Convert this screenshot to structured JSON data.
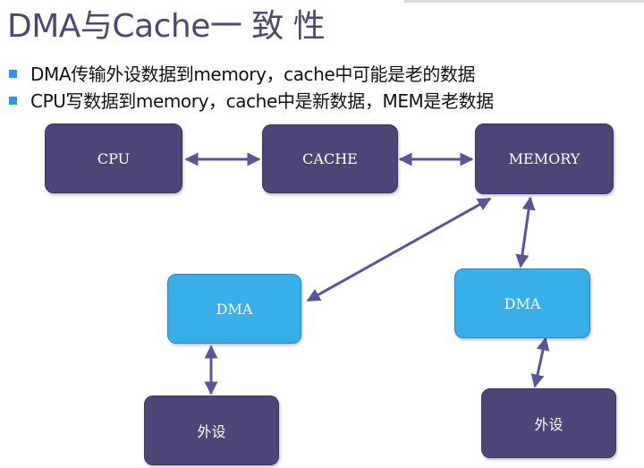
{
  "slide": {
    "title": "DMA与Cache一 致 性",
    "bullets": [
      "DMA传输外设数据到memory，cache中可能是老的数据",
      "CPU写数据到memory，cache中是新数据，MEM是老数据"
    ]
  },
  "diagram": {
    "nodes": {
      "cpu": "CPU",
      "cache": "CACHE",
      "memory": "MEMORY",
      "dma_left": "DMA",
      "dma_right": "DMA",
      "peripheral_left": "外设",
      "peripheral_right": "外设"
    },
    "colors": {
      "dark_box": "#4b4676",
      "light_box": "#39aee8",
      "arrow": "#5a5595",
      "title": "#4b4a6e",
      "bullet_marker": "#3a8fd6"
    }
  }
}
